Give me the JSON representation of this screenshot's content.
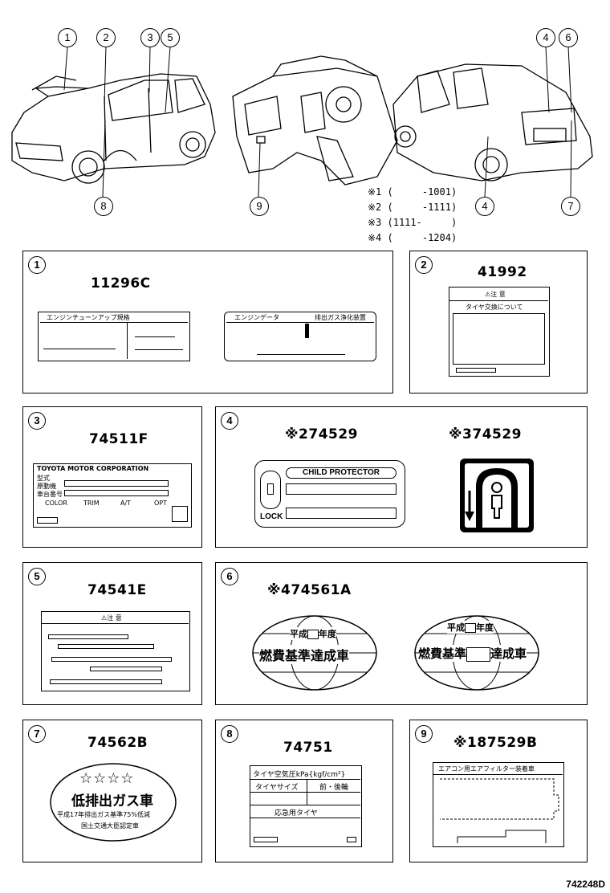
{
  "callouts": [
    "1",
    "2",
    "3",
    "5",
    "8",
    "9",
    "4",
    "6",
    "4",
    "7"
  ],
  "notes": [
    "※1 (     -1001)",
    "※2 (     -1111)",
    "※3 (1111-     )",
    "※4 (     -1204)"
  ],
  "panels": {
    "p1": {
      "num": "1",
      "part": "11296C",
      "label_a_header": "エンジンチューンアップ規格",
      "label_b_header_left": "エンジンデータ",
      "label_b_header_right": "排出ガス浄化装置"
    },
    "p2": {
      "num": "2",
      "part": "41992",
      "warn": "注 意",
      "text": "タイヤ交換について"
    },
    "p3": {
      "num": "3",
      "part": "74511F",
      "header": "TOYOTA MOTOR CORPORATION",
      "row1": "型式",
      "row2": "原動機",
      "row3": "車台番号",
      "cols": [
        "COLOR",
        "TRIM",
        "A/T",
        "OPT"
      ]
    },
    "p4": {
      "num": "4",
      "part_a": "74529",
      "mark_a": "※2",
      "part_b": "74529",
      "mark_b": "※3",
      "child": "CHILD PROTECTOR",
      "lock": "LOCK"
    },
    "p5": {
      "num": "5",
      "part": "74541E",
      "warn": "注 意"
    },
    "p6": {
      "num": "6",
      "part": "74561A",
      "mark": "※4",
      "year_a": "平成",
      "year_b": "年度",
      "std": "燃費基準達成車",
      "std_left": "燃費基準",
      "std_right": "達成車"
    },
    "p7": {
      "num": "7",
      "part": "74562B",
      "stars": "☆☆☆☆",
      "main": "低排出ガス車",
      "line1": "平成17年排出ガス基準75%低減",
      "line2": "国土交通大臣認定車"
    },
    "p8": {
      "num": "8",
      "part": "74751",
      "h1": "タイヤ空気圧kPa{kgf/cm²}",
      "c1": "タイヤサイズ",
      "c2": "前・後輪",
      "r3": "応急用タイヤ"
    },
    "p9": {
      "num": "9",
      "part": "87529B",
      "mark": "※1",
      "header": "エアコン用エアフィルター装着車"
    }
  },
  "footer": "742248D"
}
